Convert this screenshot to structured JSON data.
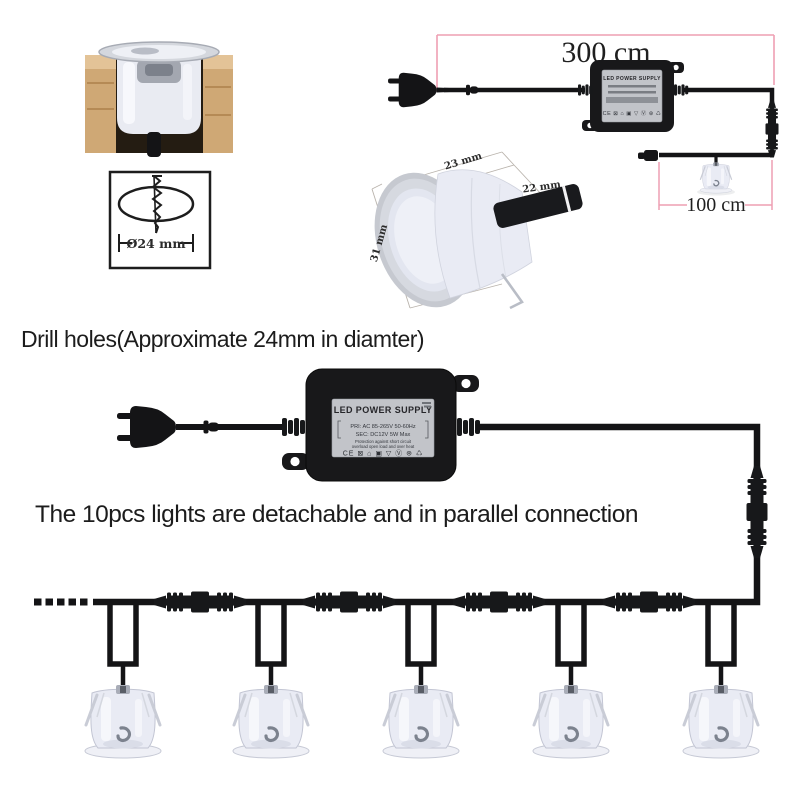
{
  "infographic": {
    "notes": {
      "drill": "Drill holes(Approximate 24mm in diamter)",
      "parallel": "The 10pcs lights are detachable and in parallel connection"
    },
    "dimensions": {
      "main_cable": "300 cm",
      "spacing": "100 cm",
      "body_diameter": "23 mm",
      "height": "22 mm",
      "bezel_diameter": "31 mm",
      "hole": "Ø24 mm"
    },
    "power_supply": {
      "title": "LED POWER SUPPLY",
      "pri": "PRI: AC 85-265V 50-60Hz",
      "sec": "SEC: DC12V  5W Max",
      "protect1": "Protection against short circuit",
      "protect2": "overload open load and over heat",
      "cert_icons": "CE ⊠ ⌂ ▣ ▽ Ⓥ ⊛ ♺"
    },
    "counts": {
      "total_lights": "10pcs",
      "lights_shown_in_parallel": 5,
      "inline_connectors_shown": 4
    },
    "colors": {
      "background": "#ffffff",
      "dimension_pink": "#ee9fb2",
      "cable_black": "#17181a",
      "psu_label_gray": "#c2c4c9",
      "wood_tan": "#cfa875",
      "glass_tint": "#e9ebf4"
    }
  }
}
